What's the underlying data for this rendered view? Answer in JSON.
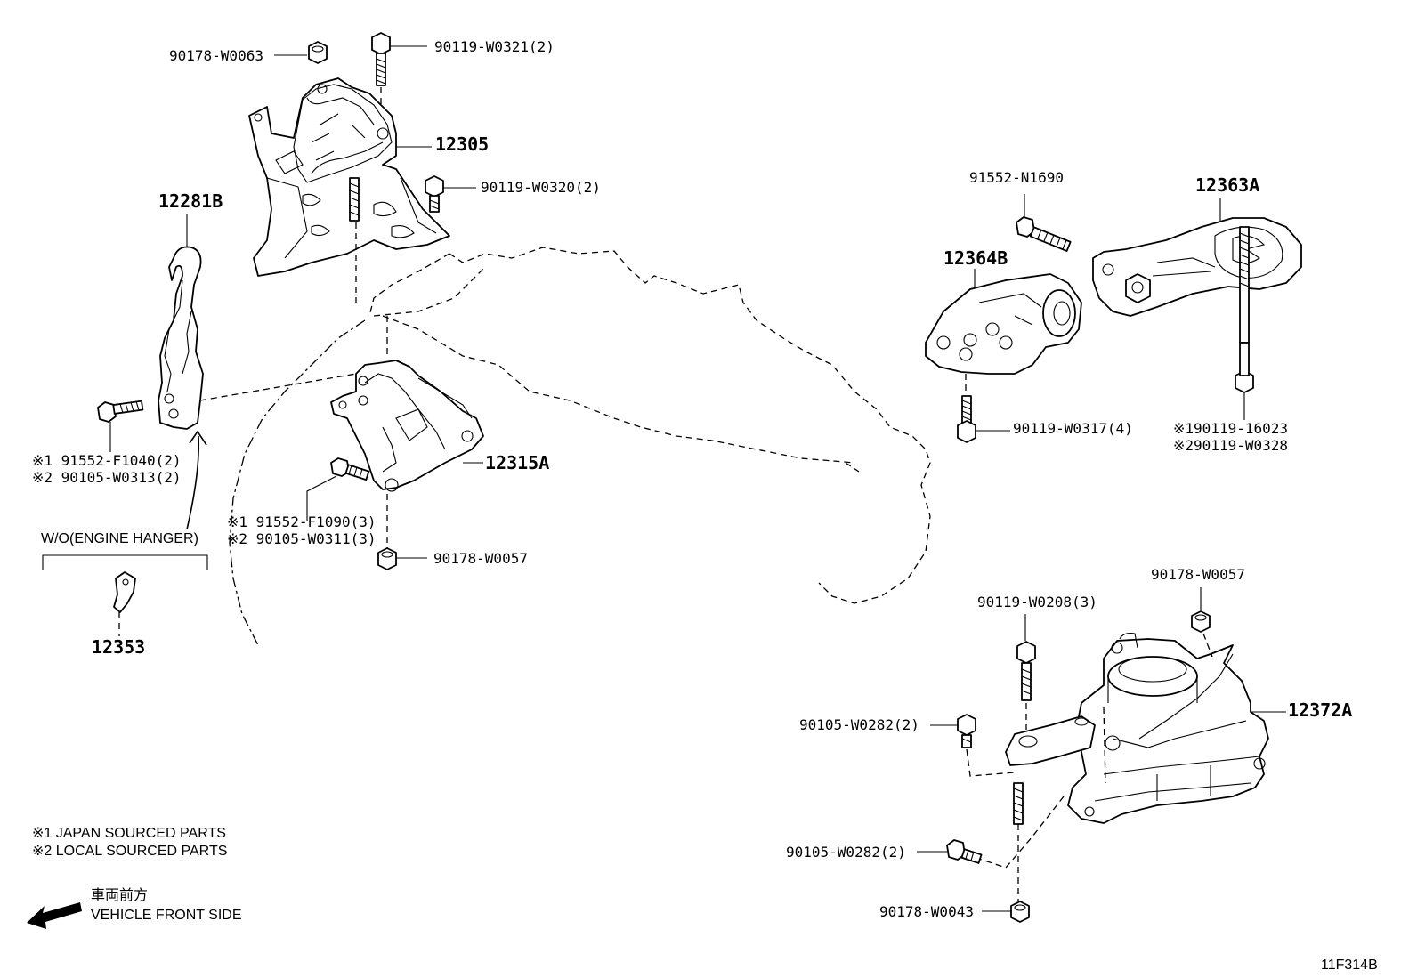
{
  "labels": {
    "p_90178_W0063": "90178-W0063",
    "p_90119_W0321": "90119-W0321(2)",
    "p_12305": "12305",
    "p_90119_W0320": "90119-W0320(2)",
    "p_12281B": "12281B",
    "p_91552_F1040": "※1 91552-F1040(2)",
    "p_90105_W0313": "※2 90105-W0313(2)",
    "p_wo_hanger": "W/O(ENGINE HANGER)",
    "p_12353": "12353",
    "p_12315A": "12315A",
    "p_91552_F1090": "※1 91552-F1090(3)",
    "p_90105_W0311": "※2 90105-W0311(3)",
    "p_90178_W0057_a": "90178-W0057",
    "p_91552_N1690": "91552-N1690",
    "p_12363A": "12363A",
    "p_12364B": "12364B",
    "p_90119_W0317": "90119-W0317(4)",
    "p_90119_16023": "※190119-16023",
    "p_90119_W0328": "※290119-W0328",
    "p_90178_W0057_b": "90178-W0057",
    "p_90119_W0208": "90119-W0208(3)",
    "p_90105_W0282_a": "90105-W0282(2)",
    "p_12372A": "12372A",
    "p_90105_W0282_b": "90105-W0282(2)",
    "p_90178_W0043": "90178-W0043"
  },
  "legend": {
    "note1": "※1  JAPAN SOURCED PARTS",
    "note2": "※2  LOCAL SOURCED PARTS",
    "direction_jp": "車両前方",
    "direction_en": "VEHICLE FRONT SIDE"
  },
  "figure_code": "11F314B"
}
